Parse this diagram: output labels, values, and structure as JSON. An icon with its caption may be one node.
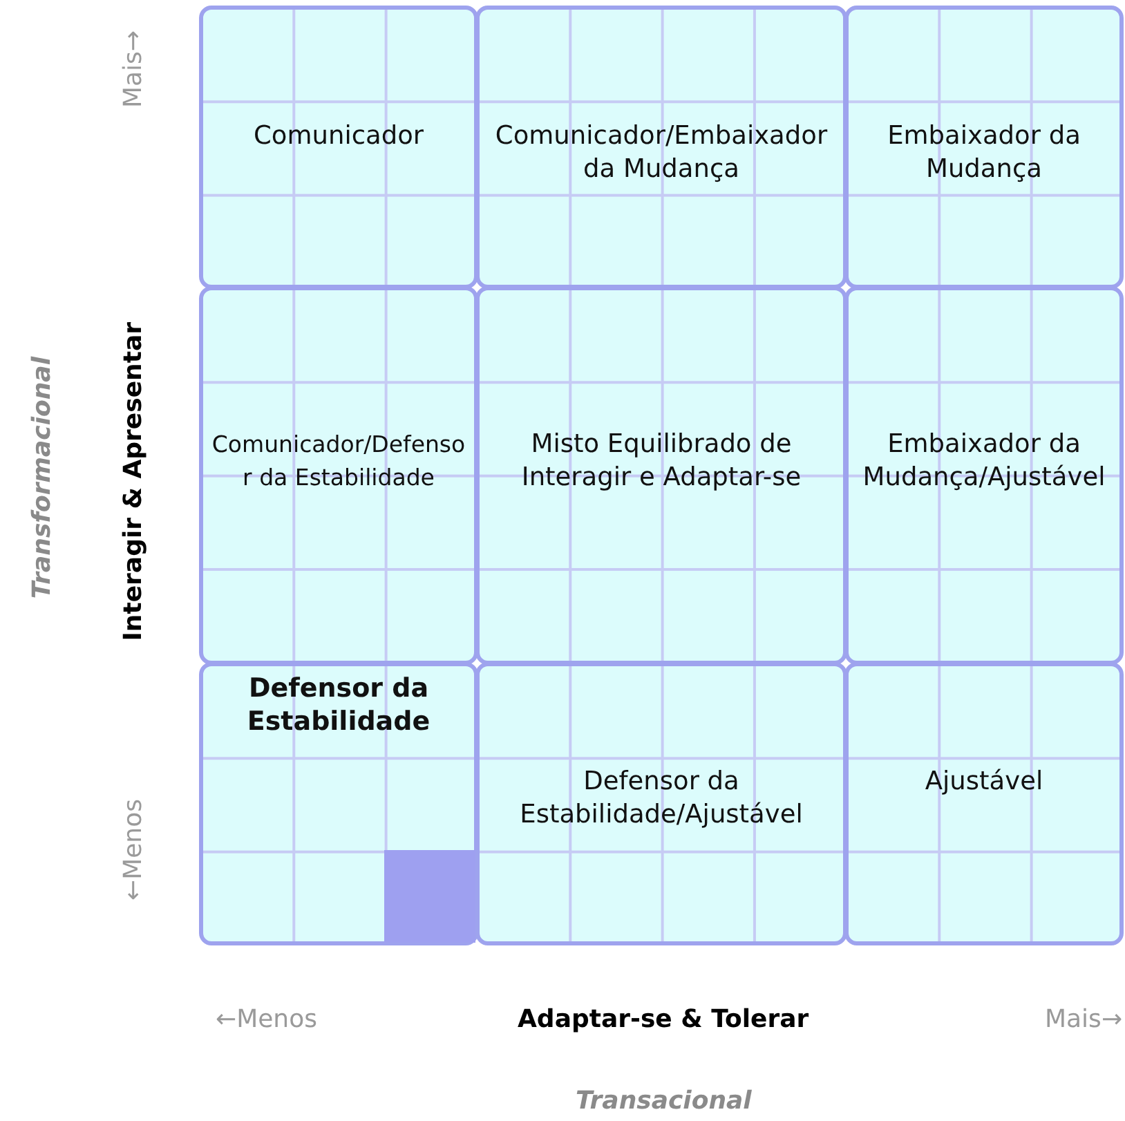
{
  "diagram": {
    "nodes": [
      {
        "text": [
          "Comunicador"
        ]
      },
      {
        "text": [
          "Comunicador/Embaixador da Mudança"
        ]
      },
      {
        "text": [
          "Embaixador da Mudança"
        ]
      },
      {
        "text": [
          "Comunicador/Defensor da Estabilidade"
        ]
      },
      {
        "text": [
          "Misto Equilibrado de Interagir e Adaptar-se"
        ]
      },
      {
        "text": [
          "Embaixador da Mudança/Ajustável"
        ]
      },
      {
        "text": [
          "Defensor da Estabilidade"
        ]
      },
      {
        "text": [
          "Defensor da Estabilidade/Ajustável"
        ]
      },
      {
        "text": [
          "Ajustável"
        ]
      }
    ],
    "labels": [
      "Mais→",
      "Transformacional",
      "Interagir & Apresentar",
      "←Menos",
      "←Menos",
      "Adaptar-se & Tolerar",
      "Mais→",
      "Transacional"
    ]
  }
}
